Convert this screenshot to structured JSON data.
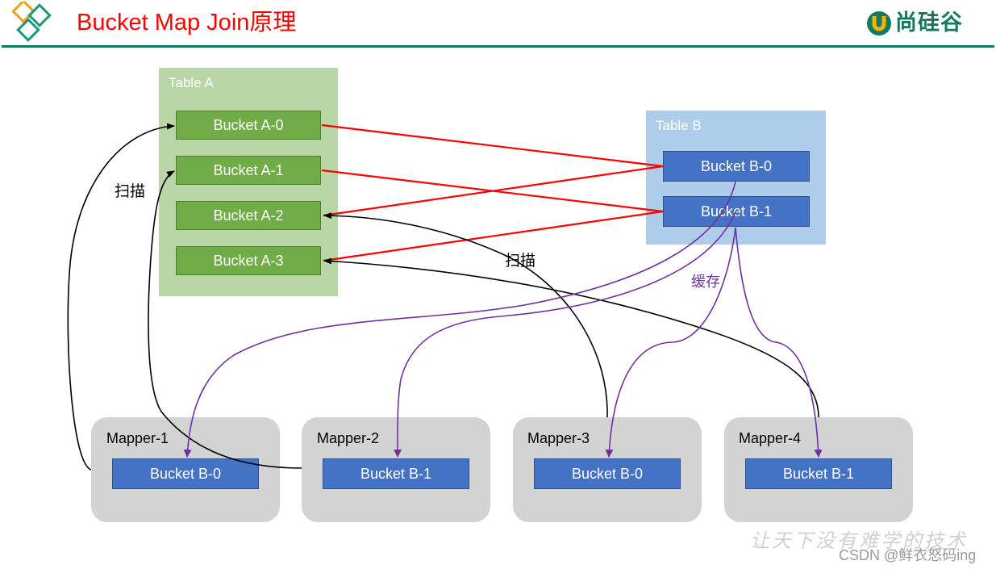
{
  "header": {
    "title": "Bucket Map Join原理",
    "logo_text": "尚硅谷",
    "logo_icon": "shangguigu-u-logo-icon",
    "corner_icon": "diamond-squares-icon"
  },
  "colors": {
    "title": "#ff0000",
    "rule": "#137a62",
    "table_a_bg": "#b9d7a6",
    "bucket_a": "#70ad47",
    "table_b_bg": "#adcdea",
    "bucket_b": "#4472c4",
    "mapper_bg": "#d3d3d3",
    "join_link": "#ff0000",
    "scan_link": "#000000",
    "cache_link": "#7030a0"
  },
  "table_a": {
    "label": "Table A",
    "buckets": [
      "Bucket A-0",
      "Bucket A-1",
      "Bucket A-2",
      "Bucket A-3"
    ]
  },
  "table_b": {
    "label": "Table B",
    "buckets": [
      "Bucket B-0",
      "Bucket B-1"
    ]
  },
  "mappers": [
    {
      "label": "Mapper-1",
      "bucket": "Bucket B-0"
    },
    {
      "label": "Mapper-2",
      "bucket": "Bucket B-1"
    },
    {
      "label": "Mapper-3",
      "bucket": "Bucket B-0"
    },
    {
      "label": "Mapper-4",
      "bucket": "Bucket B-1"
    }
  ],
  "annotations": {
    "scan_left": "扫描",
    "scan_middle": "扫描",
    "cache": "缓存"
  },
  "edges": {
    "join": [
      {
        "from": "Bucket A-0",
        "to": "Bucket B-0"
      },
      {
        "from": "Bucket A-1",
        "to": "Bucket B-1"
      },
      {
        "from": "Bucket B-0",
        "to": "Bucket A-2"
      },
      {
        "from": "Bucket B-1",
        "to": "Bucket A-3"
      }
    ],
    "scan": [
      {
        "from": "Mapper-1",
        "to": "Bucket A-0"
      },
      {
        "from": "Mapper-2",
        "to": "Bucket A-1"
      },
      {
        "from": "Mapper-3",
        "to": "Bucket A-2"
      },
      {
        "from": "Mapper-4",
        "to": "Bucket A-3"
      }
    ],
    "cache": [
      {
        "from": "Bucket B-0",
        "to": "Mapper-1"
      },
      {
        "from": "Bucket B-1",
        "to": "Mapper-2"
      },
      {
        "from": "Bucket B-1",
        "to": "Mapper-3"
      },
      {
        "from": "Bucket B-1",
        "to": "Mapper-4"
      }
    ]
  },
  "watermark": {
    "slogan": "让天下没有难学的技术",
    "credit": "CSDN @鲜衣怒码ing"
  }
}
